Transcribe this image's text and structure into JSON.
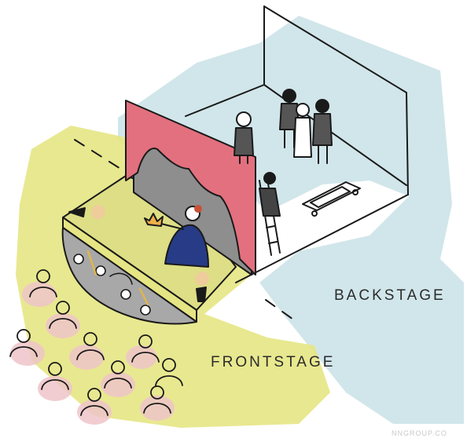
{
  "labels": {
    "backstage": "BACKSTAGE",
    "frontstage": "FRONTSTAGE",
    "credit": "NNGROUP.CO"
  },
  "colors": {
    "frontstage_wash": "#e6e584",
    "backstage_wash": "#c9e2e6",
    "curtain": "#e2707e",
    "backdrop": "#8e8e8e",
    "performer_dress": "#273b86",
    "audience_heads": "#efc5c9",
    "ink": "#1a1a1a"
  }
}
